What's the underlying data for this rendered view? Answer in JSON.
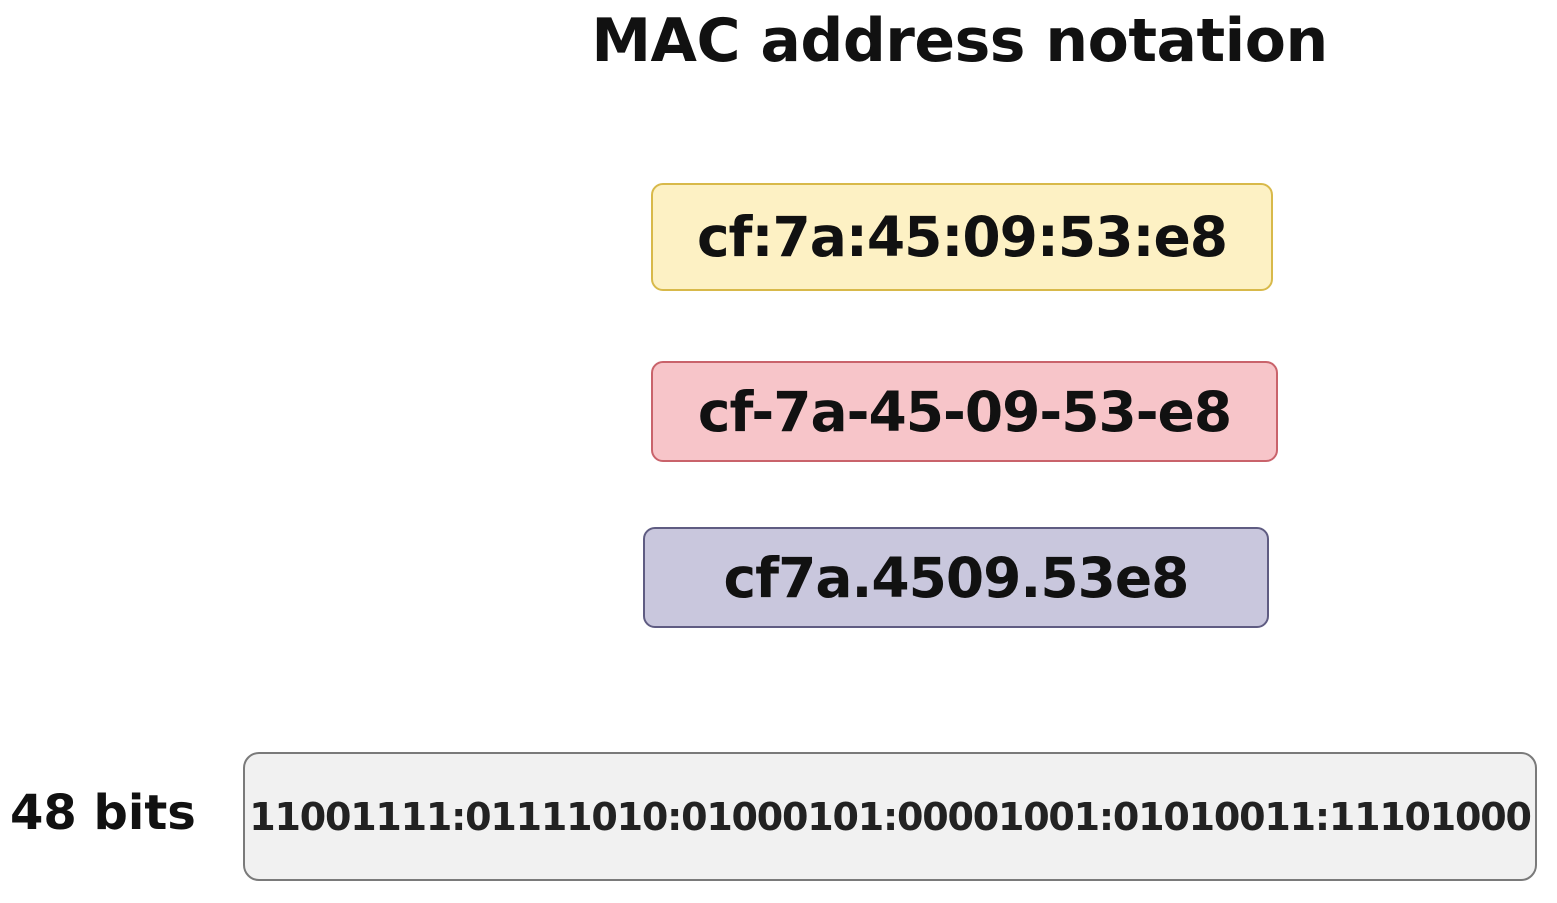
{
  "title": "MAC address notation",
  "notations": [
    {
      "text": "cf:7a:45:09:53:e8",
      "fill": "#fdf1c4",
      "border": "#d8b94a"
    },
    {
      "text": "cf-7a-45-09-53-e8",
      "fill": "#f7c5c9",
      "border": "#c9636b"
    },
    {
      "text": "cf7a.4509.53e8",
      "fill": "#c9c7dd",
      "border": "#5f5c82"
    }
  ],
  "binary": {
    "label": "48 bits",
    "value": "11001111:01111010:01000101:00001001:01010011:11101000",
    "fill": "#f1f1f1",
    "border": "#7a7a7a"
  }
}
